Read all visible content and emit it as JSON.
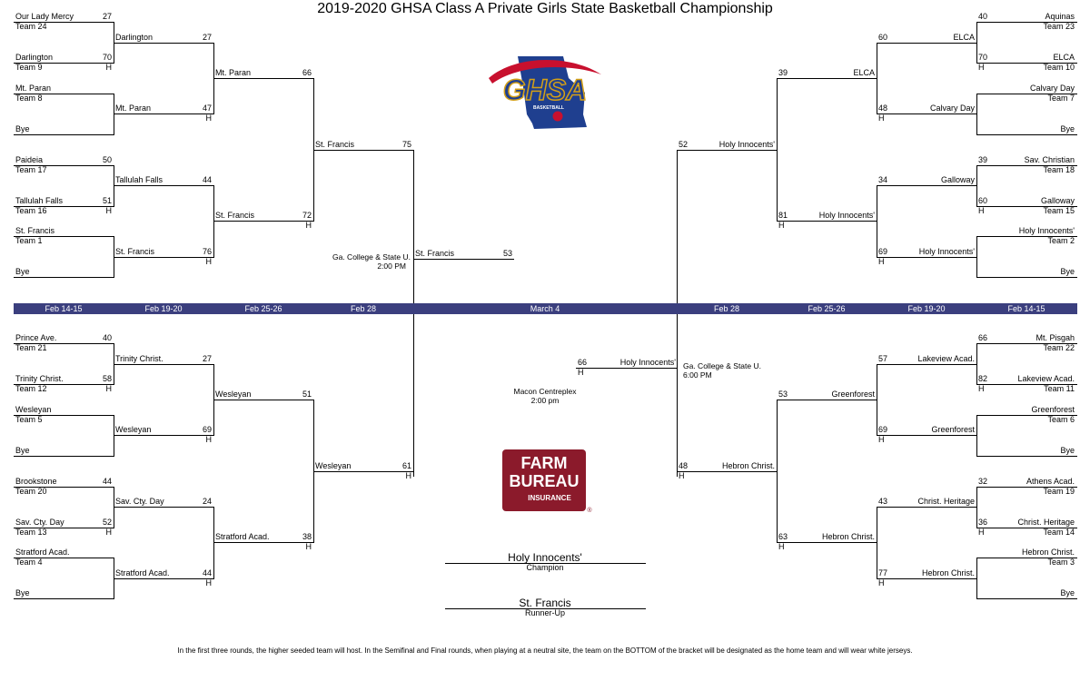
{
  "title": "2019-2020 GHSA Class A Private Girls State Basketball Championship",
  "footer": "In the first three rounds, the higher seeded team will host. In the Semifinal and Final rounds, when playing at a neutral site, the team on the BOTTOM of the bracket will be designated as the home team and will wear white jerseys.",
  "home_marker": "H",
  "date_band": {
    "color": "#3b3f7e",
    "labels": [
      "Feb 14-15",
      "Feb 19-20",
      "Feb 25-26",
      "Feb 28",
      "March 4",
      "Feb 28",
      "Feb 25-26",
      "Feb 19-20",
      "Feb 14-15"
    ]
  },
  "venues": {
    "semi_left": [
      "Ga. College & State U.",
      "2:00 PM"
    ],
    "semi_right": [
      "Ga. College & State U.",
      "6:00 PM"
    ],
    "final": [
      "Macon Centreplex",
      "2:00 pm"
    ]
  },
  "champion": {
    "name": "Holy Innocents'",
    "label": "Champion"
  },
  "runner_up": {
    "name": "St. Francis",
    "label": "Runner-Up"
  },
  "logos": {
    "ghsa": {
      "text": "GHSA",
      "sub": "BASKETBALL",
      "colors": [
        "#1f3f8f",
        "#c8102e",
        "#d4a017"
      ]
    },
    "farm_bureau": {
      "lines": [
        "FARM",
        "BUREAU",
        "INSURANCE"
      ],
      "mark": "®",
      "color": "#8b1a2b"
    }
  },
  "bracket": {
    "left_top": {
      "r1": [
        {
          "team": "Our Lady Mercy",
          "seed": "Team 24",
          "score": "27",
          "home": false
        },
        {
          "team": "Darlington",
          "seed": "Team 9",
          "score": "70",
          "home": true
        },
        {
          "team": "Mt. Paran",
          "seed": "Team 8",
          "score": "",
          "home": false
        },
        {
          "team": "Bye",
          "seed": "",
          "score": "",
          "home": false
        },
        {
          "team": "Paideia",
          "seed": "Team 17",
          "score": "50",
          "home": false
        },
        {
          "team": "Tallulah Falls",
          "seed": "Team 16",
          "score": "51",
          "home": true
        },
        {
          "team": "St. Francis",
          "seed": "Team 1",
          "score": "",
          "home": false
        },
        {
          "team": "Bye",
          "seed": "",
          "score": "",
          "home": false
        }
      ],
      "r2": [
        {
          "team": "Darlington",
          "score": "27",
          "home": false
        },
        {
          "team": "Mt. Paran",
          "score": "47",
          "home": true
        },
        {
          "team": "Tallulah Falls",
          "score": "44",
          "home": false
        },
        {
          "team": "St. Francis",
          "score": "76",
          "home": true
        }
      ],
      "r3": [
        {
          "team": "Mt. Paran",
          "score": "66",
          "home": false
        },
        {
          "team": "St. Francis",
          "score": "72",
          "home": true
        }
      ],
      "r4": [
        {
          "team": "St. Francis",
          "score": "75",
          "home": false
        }
      ]
    },
    "left_bottom": {
      "r1": [
        {
          "team": "Prince Ave.",
          "seed": "Team 21",
          "score": "40",
          "home": false
        },
        {
          "team": "Trinity Christ.",
          "seed": "Team 12",
          "score": "58",
          "home": true
        },
        {
          "team": "Wesleyan",
          "seed": "Team 5",
          "score": "",
          "home": false
        },
        {
          "team": "Bye",
          "seed": "",
          "score": "",
          "home": false
        },
        {
          "team": "Brookstone",
          "seed": "Team 20",
          "score": "44",
          "home": false
        },
        {
          "team": "Sav. Cty. Day",
          "seed": "Team 13",
          "score": "52",
          "home": true
        },
        {
          "team": "Stratford Acad.",
          "seed": "Team 4",
          "score": "",
          "home": false
        },
        {
          "team": "Bye",
          "seed": "",
          "score": "",
          "home": false
        }
      ],
      "r2": [
        {
          "team": "Trinity Christ.",
          "score": "27",
          "home": false
        },
        {
          "team": "Wesleyan",
          "score": "69",
          "home": true
        },
        {
          "team": "Sav. Cty. Day",
          "score": "24",
          "home": false
        },
        {
          "team": "Stratford Acad.",
          "score": "44",
          "home": true
        }
      ],
      "r3": [
        {
          "team": "Wesleyan",
          "score": "51",
          "home": false
        },
        {
          "team": "Stratford Acad.",
          "score": "38",
          "home": true
        }
      ],
      "r4": [
        {
          "team": "Wesleyan",
          "score": "61",
          "home": true
        }
      ]
    },
    "right_top": {
      "r1": [
        {
          "team": "Aquinas",
          "seed": "Team 23",
          "score": "40",
          "home": false
        },
        {
          "team": "ELCA",
          "seed": "Team 10",
          "score": "70",
          "home": true
        },
        {
          "team": "Calvary Day",
          "seed": "Team 7",
          "score": "",
          "home": false
        },
        {
          "team": "Bye",
          "seed": "",
          "score": "",
          "home": false
        },
        {
          "team": "Sav. Christian",
          "seed": "Team 18",
          "score": "39",
          "home": false
        },
        {
          "team": "Galloway",
          "seed": "Team 15",
          "score": "60",
          "home": true
        },
        {
          "team": "Holy Innocents'",
          "seed": "Team 2",
          "score": "",
          "home": false
        },
        {
          "team": "Bye",
          "seed": "",
          "score": "",
          "home": false
        }
      ],
      "r2": [
        {
          "team": "ELCA",
          "score": "60",
          "home": false
        },
        {
          "team": "Calvary Day",
          "score": "48",
          "home": true
        },
        {
          "team": "Galloway",
          "score": "34",
          "home": false
        },
        {
          "team": "Holy Innocents'",
          "score": "69",
          "home": true
        }
      ],
      "r3": [
        {
          "team": "ELCA",
          "score": "39",
          "home": false
        },
        {
          "team": "Holy Innocents'",
          "score": "81",
          "home": true
        }
      ],
      "r4": [
        {
          "team": "Holy Innocents'",
          "score": "52",
          "home": false
        }
      ]
    },
    "right_bottom": {
      "r1": [
        {
          "team": "Mt. Pisgah",
          "seed": "Team 22",
          "score": "66",
          "home": false
        },
        {
          "team": "Lakeview Acad.",
          "seed": "Team 11",
          "score": "82",
          "home": true
        },
        {
          "team": "Greenforest",
          "seed": "Team 6",
          "score": "",
          "home": false
        },
        {
          "team": "Bye",
          "seed": "",
          "score": "",
          "home": false
        },
        {
          "team": "Athens Acad.",
          "seed": "Team 19",
          "score": "32",
          "home": false
        },
        {
          "team": "Christ. Heritage",
          "seed": "Team 14",
          "score": "36",
          "home": true
        },
        {
          "team": "Hebron Christ.",
          "seed": "Team 3",
          "score": "",
          "home": false
        },
        {
          "team": "Bye",
          "seed": "",
          "score": "",
          "home": false
        }
      ],
      "r2": [
        {
          "team": "Lakeview Acad.",
          "score": "57",
          "home": false
        },
        {
          "team": "Greenforest",
          "score": "69",
          "home": true
        },
        {
          "team": "Christ. Heritage",
          "score": "43",
          "home": false
        },
        {
          "team": "Hebron Christ.",
          "score": "77",
          "home": true
        }
      ],
      "r3": [
        {
          "team": "Greenforest",
          "score": "53",
          "home": false
        },
        {
          "team": "Hebron Christ.",
          "score": "63",
          "home": true
        }
      ],
      "r4": [
        {
          "team": "Hebron Christ.",
          "score": "48",
          "home": true
        }
      ]
    },
    "final": {
      "left": {
        "team": "St. Francis",
        "score": "53",
        "home": false
      },
      "right": {
        "team": "Holy Innocents'",
        "score": "66",
        "home": true
      }
    }
  }
}
